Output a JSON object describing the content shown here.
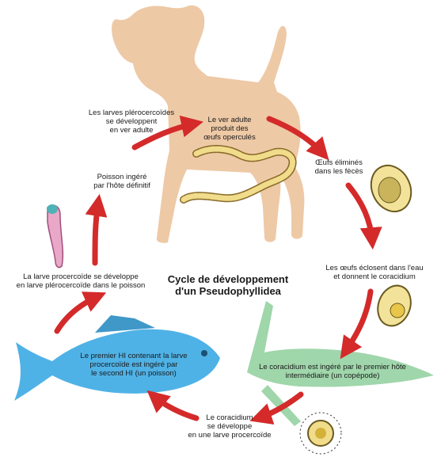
{
  "title": "Cycle de développement\nd'un Pseudophyllidea",
  "steps": [
    {
      "text": "Le ver adulte\nproduit des\nœufs operculés"
    },
    {
      "text": "Œufs éliminés\ndans les fècès"
    },
    {
      "text": "Les œufs éclosent dans l'eau\net donnent le coracidium"
    },
    {
      "text": "Le coracidium est ingéré par le premier hôte\nintermédiaire (un copépode)"
    },
    {
      "text": "Le coracidium\nse développe\nen une larve procercoïde"
    },
    {
      "text": "Le premier HI contenant la larve\nprocercoïde est ingéré par\nle second HI (un poisson)"
    },
    {
      "text": "La larve procercoïde se développe\nen larve plérocercoïde dans le poisson"
    },
    {
      "text": "Poisson ingéré\npar l'hôte définitif"
    },
    {
      "text": "Les larves plérocercoïdes\nse développent\nen ver adulte"
    }
  ],
  "colors": {
    "arrow": "#d42a2a",
    "dog": "#eec9a6",
    "fish": "#4fb2e6",
    "copepod": "#8fcf9c",
    "worm": "#f0dc8a",
    "larva": "#e9a8c8"
  },
  "icons": [
    "dog-silhouette",
    "adult-tapeworm",
    "egg-icon",
    "coracidium-icon",
    "procercoid-icon",
    "copepod-silhouette",
    "fish-silhouette",
    "plerocercoid-larva-icon"
  ]
}
